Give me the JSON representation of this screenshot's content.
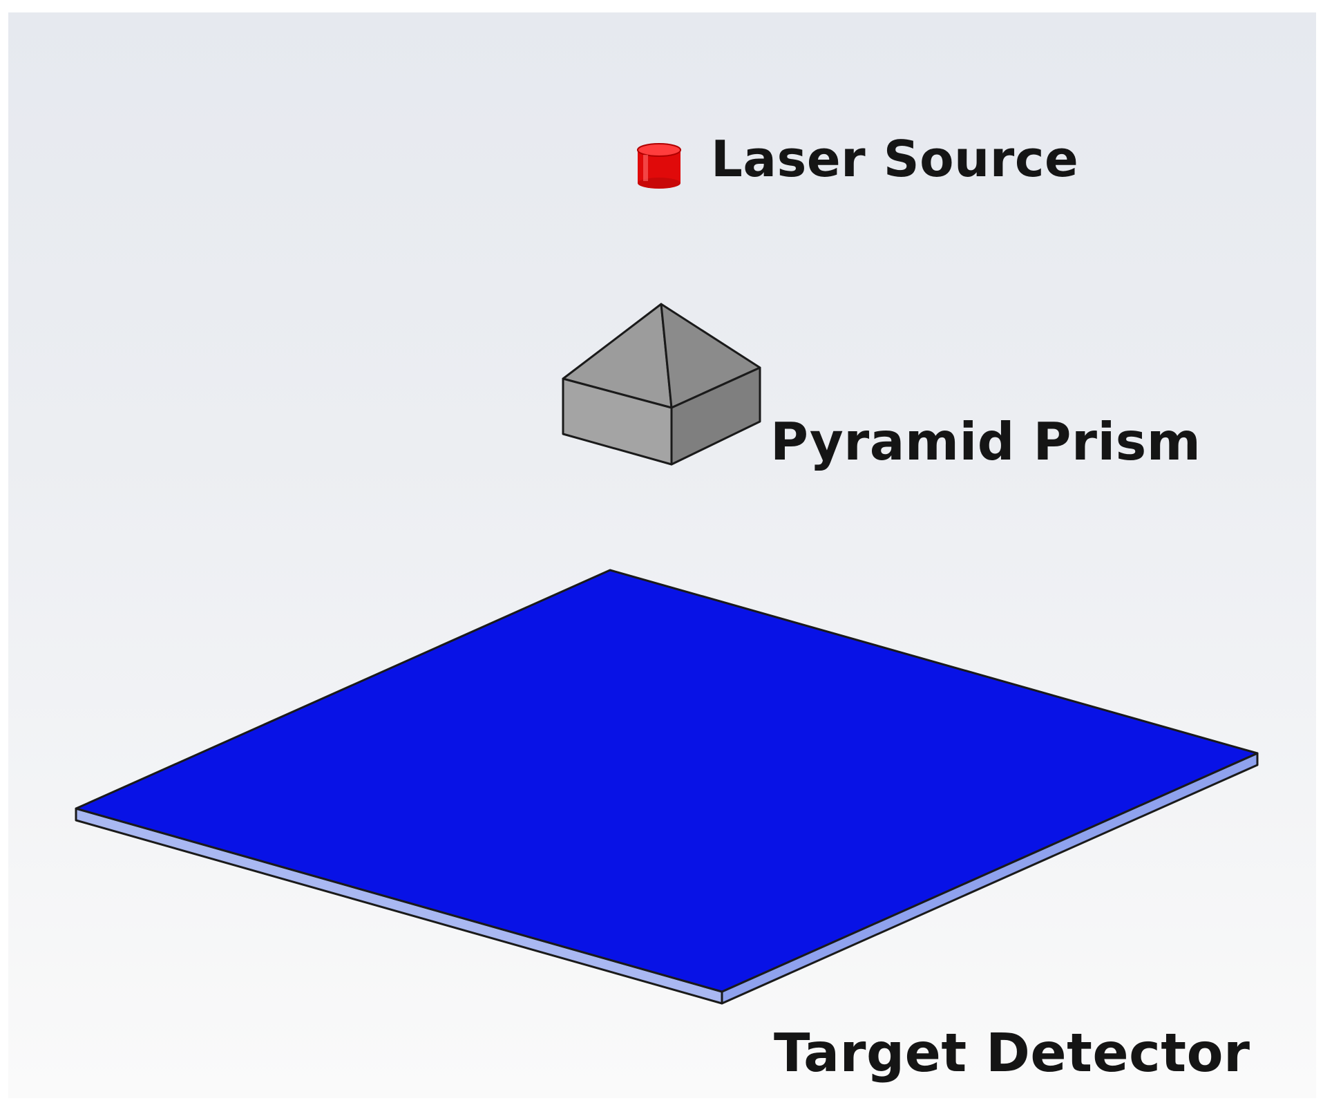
{
  "labels": {
    "laser_source": "Laser Source",
    "pyramid_prism": "Pyramid Prism",
    "target_detector": "Target Detector"
  },
  "colors": {
    "background_top": "#e6e9ef",
    "background_bottom": "#fafafa",
    "laser_red": "#ee0c0c",
    "laser_top": "#ff4a4a",
    "prism_top_left": "#9c9c9c",
    "prism_top_right": "#8c8c8c",
    "prism_front_left": "#a4a4a4",
    "prism_front_right": "#7e7e7e",
    "detector_blue": "#0a14e6",
    "detector_edge": "#9eb0f0",
    "outline": "#1a1a1a"
  }
}
